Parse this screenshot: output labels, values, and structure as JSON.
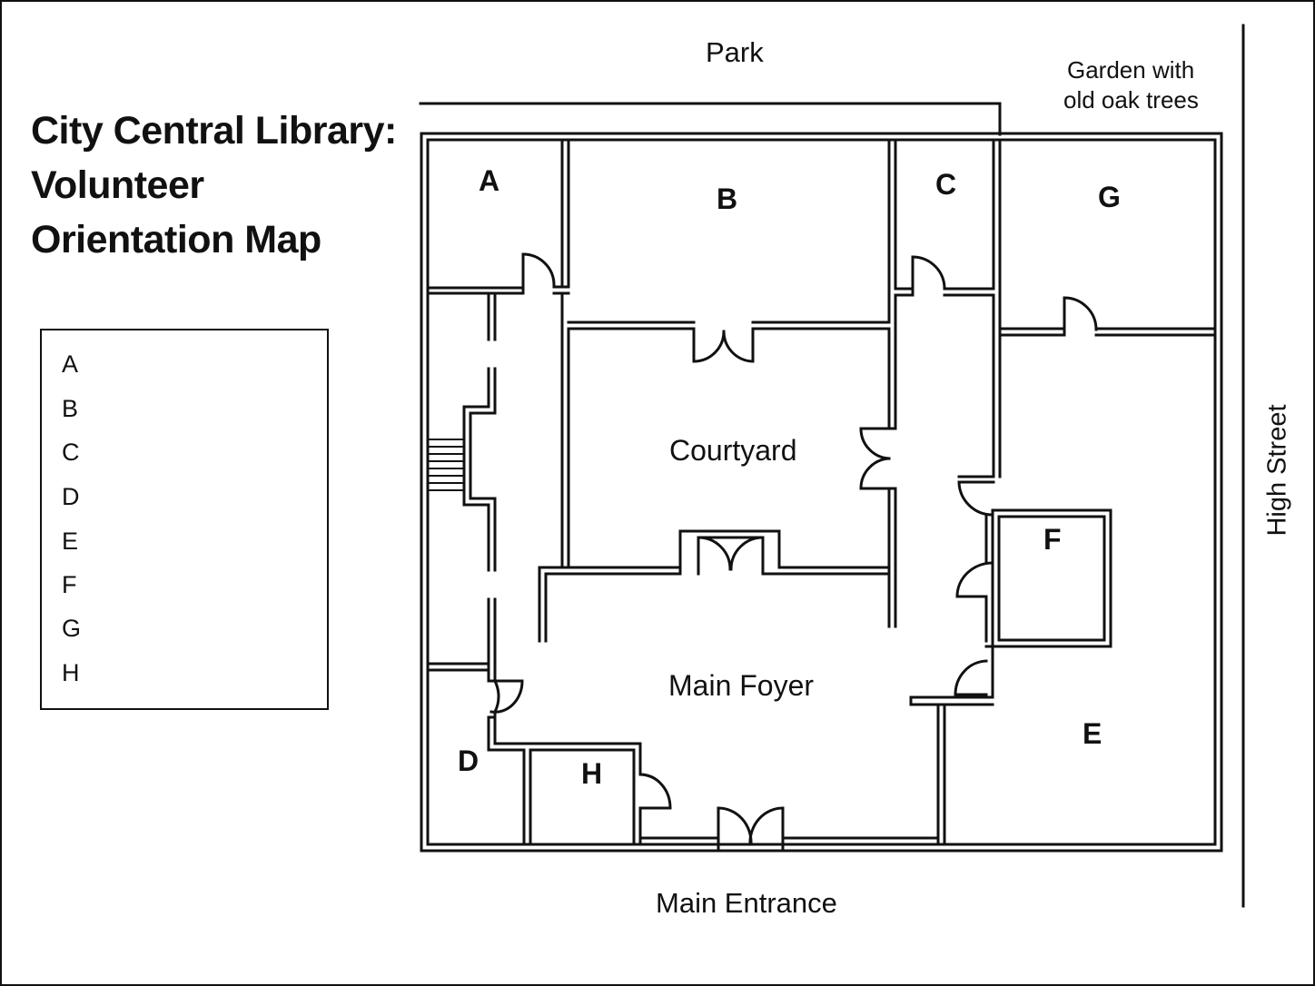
{
  "title": {
    "line1": "City Central Library:",
    "line2": "Volunteer",
    "line3": "Orientation Map"
  },
  "legend": {
    "items": [
      "A",
      "B",
      "C",
      "D",
      "E",
      "F",
      "G",
      "H"
    ]
  },
  "rooms": {
    "A": "A",
    "B": "B",
    "C": "C",
    "D": "D",
    "E": "E",
    "F": "F",
    "G": "G",
    "H": "H"
  },
  "areas": {
    "courtyard": "Courtyard",
    "main_foyer": "Main Foyer"
  },
  "surroundings": {
    "park": "Park",
    "garden_line1": "Garden with",
    "garden_line2": "old oak trees",
    "high_street": "High Street",
    "main_entrance": "Main Entrance"
  }
}
